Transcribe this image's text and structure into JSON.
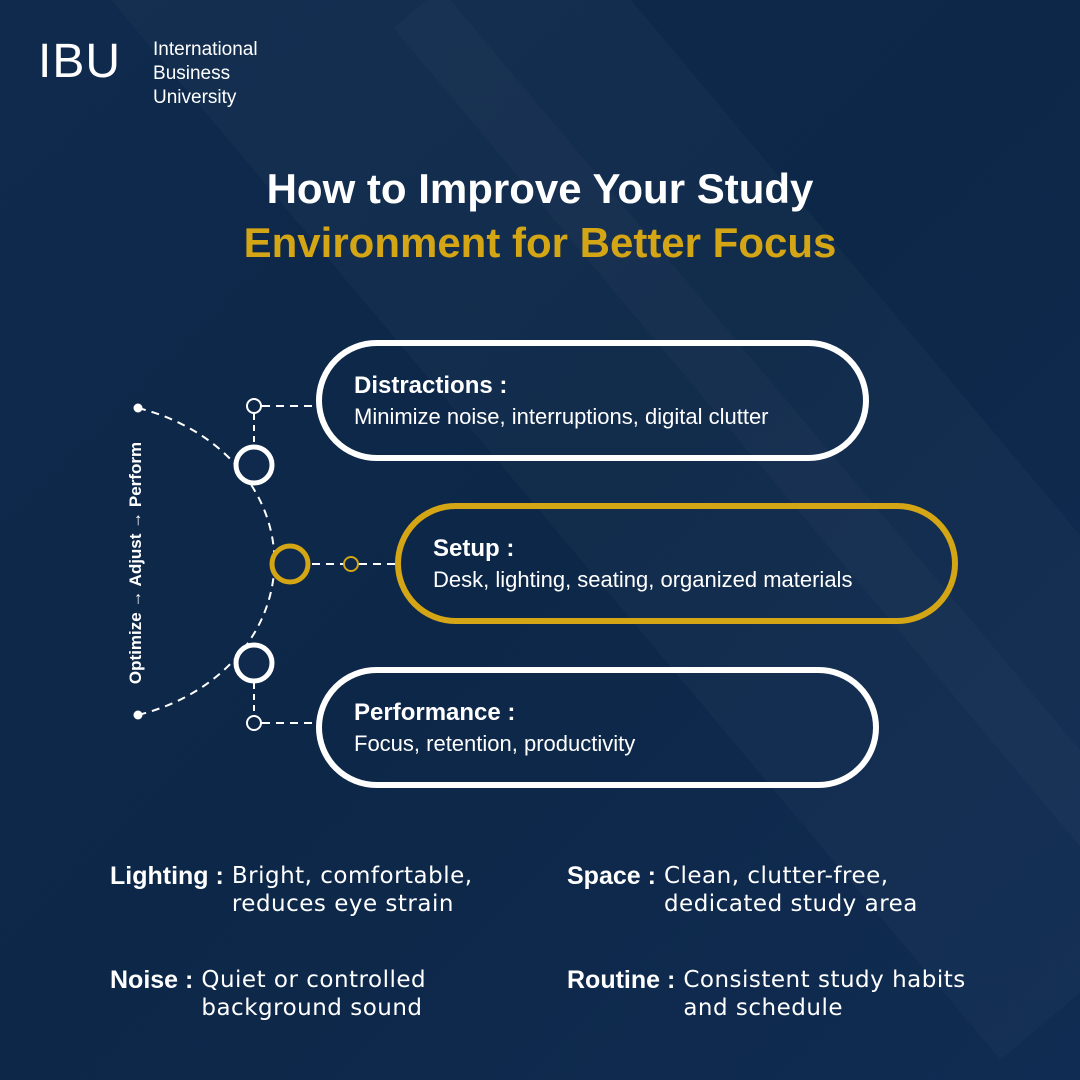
{
  "brand": {
    "mark": "IBU",
    "name_lines": [
      "International",
      "Business",
      "University"
    ]
  },
  "title": {
    "line1": "How to Improve Your Study",
    "line2": "Environment for Better Focus"
  },
  "flow_label": "Optimize → Adjust → Perform",
  "pillars": [
    {
      "title": "Distractions :",
      "description": "Minimize noise, interruptions, digital clutter"
    },
    {
      "title": "Setup :",
      "description": "Desk, lighting, seating, organized materials"
    },
    {
      "title": "Performance :",
      "description": "Focus, retention, productivity"
    }
  ],
  "tips": [
    {
      "label": "Lighting :",
      "description": "Bright, comfortable, reduces eye strain"
    },
    {
      "label": "Space :",
      "description": "Clean, clutter-free, dedicated study area"
    },
    {
      "label": "Noise :",
      "description": "Quiet or controlled background sound"
    },
    {
      "label": "Routine :",
      "description": "Consistent study habits and schedule"
    }
  ],
  "colors": {
    "background": "#0f2a4d",
    "accent": "#d4a514",
    "text": "#ffffff"
  }
}
